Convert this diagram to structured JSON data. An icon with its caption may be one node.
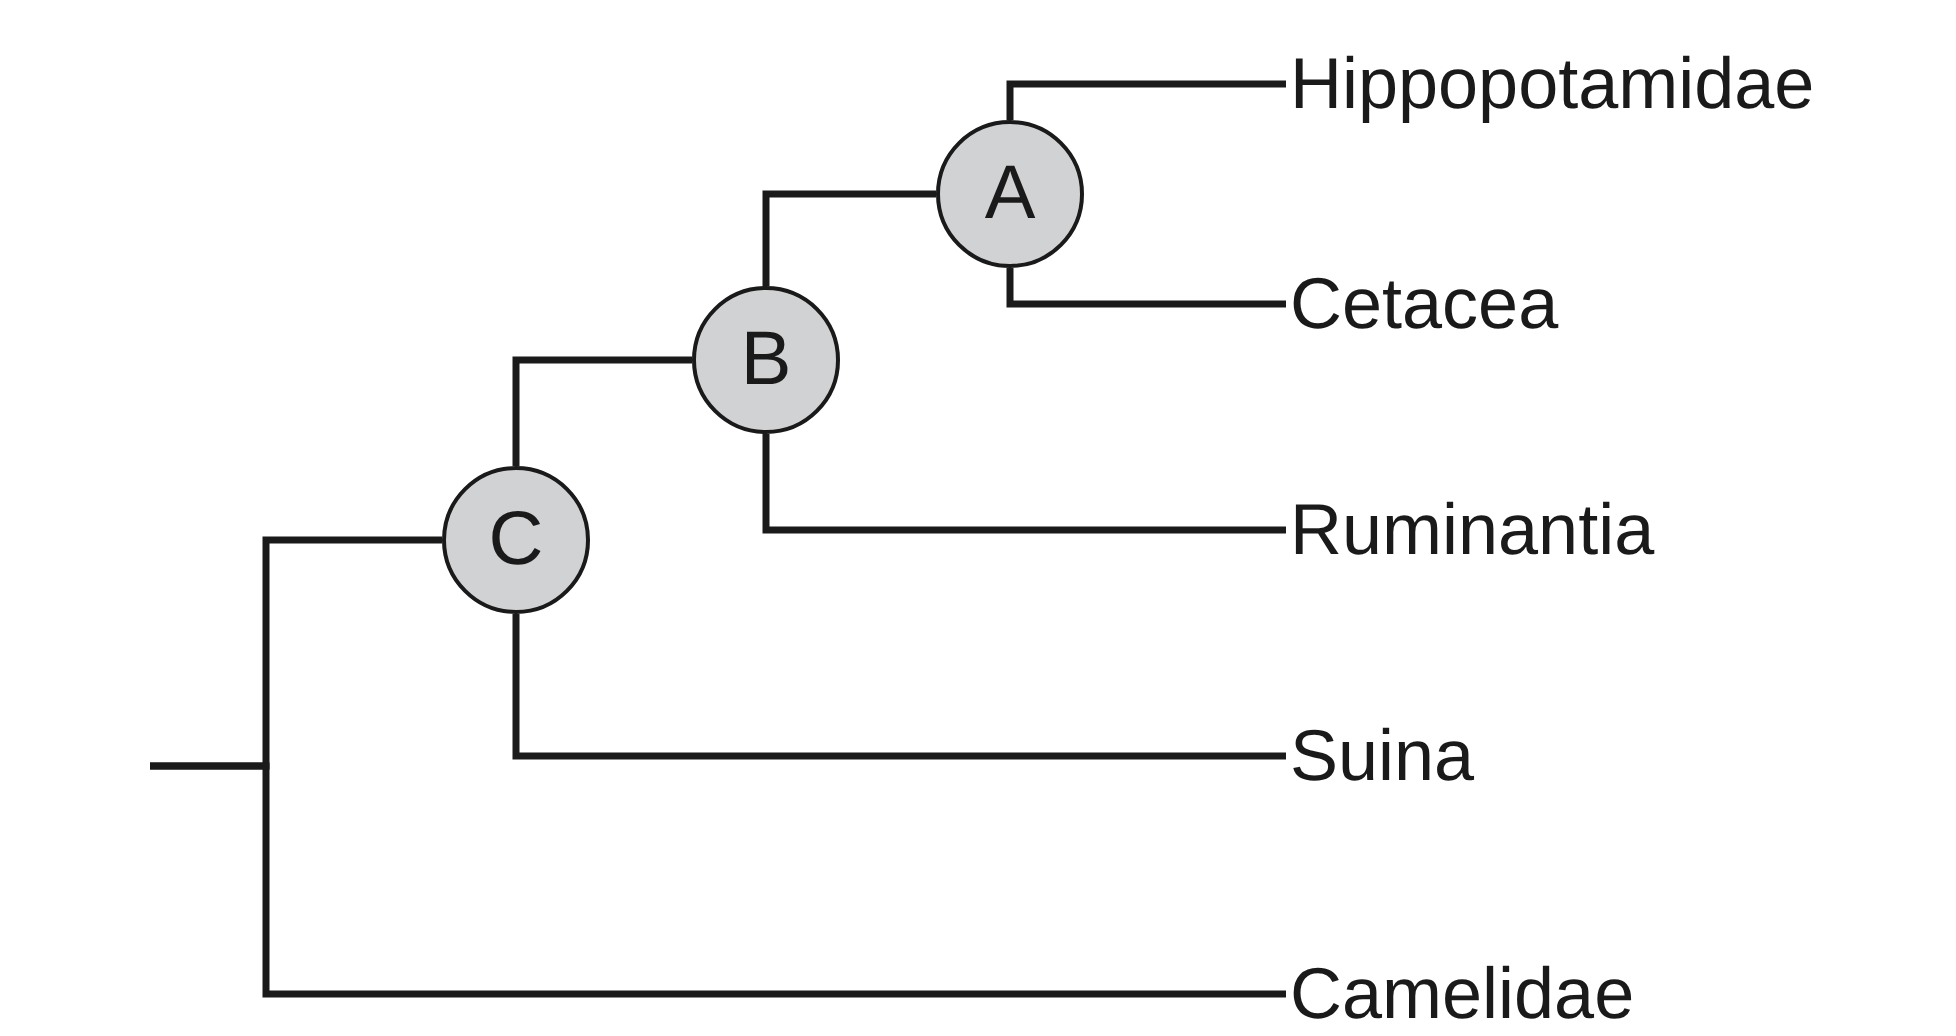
{
  "diagram": {
    "nodes": [
      {
        "text": [
          "Hippopotamidae"
        ]
      },
      {
        "text": [
          "A"
        ]
      },
      {
        "text": [
          "Cetacea"
        ]
      },
      {
        "text": [
          "B"
        ]
      },
      {
        "text": [
          "Ruminantia"
        ]
      },
      {
        "text": [
          "C"
        ]
      },
      {
        "text": [
          "Suina"
        ]
      },
      {
        "text": [
          "Camelidae"
        ]
      }
    ],
    "edges": [
      {
        "from": 1,
        "to": 0,
        "arrow": "none"
      },
      {
        "from": 1,
        "to": 2,
        "arrow": "none"
      },
      {
        "from": 3,
        "to": 1,
        "arrow": "none"
      },
      {
        "from": 3,
        "to": 4,
        "arrow": "none"
      },
      {
        "from": 5,
        "to": 3,
        "arrow": "none"
      },
      {
        "from": 5,
        "to": 6,
        "arrow": "none"
      },
      {
        "from": null,
        "to": 5,
        "arrow": "none"
      },
      {
        "from": null,
        "to": 7,
        "arrow": "none"
      }
    ]
  }
}
